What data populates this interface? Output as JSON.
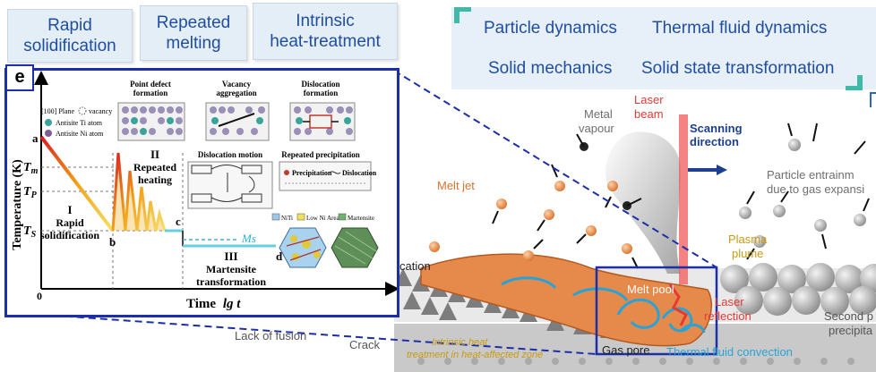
{
  "tabs": {
    "rapid": [
      "Rapid",
      "solidification"
    ],
    "repeated": [
      "Repeated",
      "melting"
    ],
    "intrinsic": [
      "Intrinsic",
      "heat-treatment"
    ]
  },
  "topics": {
    "particle_dynamics": "Particle dynamics",
    "thermal_fluid_dynamics": "Thermal fluid dynamics",
    "solid_mechanics": "Solid mechanics",
    "solid_state_transformation": "Solid state transformation"
  },
  "inset": {
    "panel_label": "e",
    "y_axis": "Temperature (K)",
    "x_axis_main": "Time",
    "x_axis_italic": "lg t",
    "origin": "0",
    "tm": "T",
    "tm_sub": "m",
    "tp": "T",
    "tp_sub": "P",
    "ts": "T",
    "ts_sub": "S",
    "ms": "Ms",
    "point_a": "a",
    "point_b": "b",
    "point_c": "c",
    "point_d": "d",
    "stage_I": [
      "I",
      "Rapid",
      "solidification"
    ],
    "stage_II": [
      "II",
      "Repeated",
      "heating"
    ],
    "stage_III": [
      "III",
      "Martensite",
      "transformation"
    ],
    "legend_plane": "[100] Plane",
    "legend_vacancy": "vacancy",
    "legend_ti": "Antisite Ti atom",
    "legend_ni": "Antisite Ni atom",
    "defect_titles": [
      [
        "Point defect",
        "formation"
      ],
      [
        "Vacancy",
        "aggregation"
      ],
      [
        "Dislocation",
        "formation"
      ]
    ],
    "dislocation_motion": "Dislocation motion",
    "repeated_precipitation": "Repeated precipitation",
    "precipitation": "Precipitation",
    "dislocation": "Dislocation",
    "phase_legend": [
      "NiTi",
      "Low Ni Area",
      "Martensite"
    ]
  },
  "process": {
    "laser_beam": [
      "Laser",
      "beam"
    ],
    "scanning_direction": [
      "Scanning",
      "direction"
    ],
    "metal_vapour": [
      "Metal",
      "vapour"
    ],
    "melt_jet": "Melt jet",
    "particle_entrainment": [
      "Particle entrainm",
      "due to gas expansi"
    ],
    "plasma_plume": [
      "Plasma",
      "plume"
    ],
    "melt_pool": "Melt pool",
    "laser_reflection": [
      "Laser",
      "reflection"
    ],
    "gas_pore": "Gas pore",
    "thermal_fluid_convection": "Thermal fluid convection",
    "lack_of_fusion": "Lack of fusion",
    "crack": "Crack",
    "intrinsic_heat": [
      "Intrinsic heat",
      "treatment in heat-affected zone"
    ],
    "second_phase": [
      "Second p",
      "precipita"
    ],
    "cut_label": "cation"
  },
  "colors": {
    "accent_blue": "#1c2ea8",
    "topic_blue": "#1f4ea0",
    "melt_orange": "#e58a4a",
    "laser_red": "#e53935",
    "convection_blue": "#29a3d6"
  }
}
